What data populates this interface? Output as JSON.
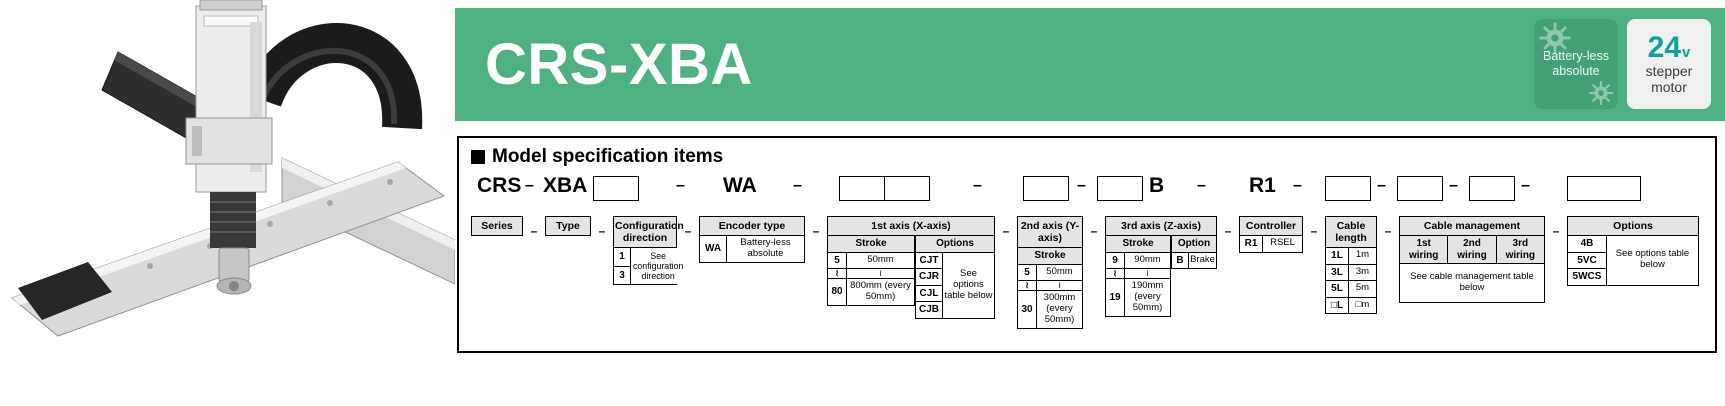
{
  "ui": {
    "dash": "–"
  },
  "banner": {
    "title": "CRS-XBA",
    "badge_battery": {
      "line1": "Battery-less",
      "line2": "absolute"
    },
    "badge_motor": {
      "value": "24",
      "unit": "v",
      "line1": "stepper",
      "line2": "motor"
    }
  },
  "spec": {
    "heading": "Model specification items",
    "model": {
      "series": "CRS",
      "type": "XBA",
      "encoder": "WA",
      "axis3_suffix": "B",
      "controller": "R1"
    },
    "groups": {
      "series": {
        "header": "Series"
      },
      "type": {
        "header": "Type"
      },
      "config": {
        "header": "Configuration direction",
        "codes": [
          "1",
          "3"
        ],
        "desc": "See configuration direction"
      },
      "encoder": {
        "header": "Encoder type",
        "code": "WA",
        "value": "Battery-less absolute"
      },
      "axis1": {
        "header": "1st axis (X-axis)",
        "stroke_header": "Stroke",
        "options_header": "Options",
        "stroke_rows": [
          {
            "code": "5",
            "value": "50mm"
          },
          {
            "code": "≀",
            "value": "≀"
          },
          {
            "code": "80",
            "value": "800mm (every 50mm)"
          }
        ],
        "option_codes": [
          "CJT",
          "CJR",
          "CJL",
          "CJB"
        ],
        "options_desc": "See options table below"
      },
      "axis2": {
        "header": "2nd axis (Y-axis)",
        "stroke_header": "Stroke",
        "stroke_rows": [
          {
            "code": "5",
            "value": "50mm"
          },
          {
            "code": "≀",
            "value": "≀"
          },
          {
            "code": "30",
            "value": "300mm (every 50mm)"
          }
        ]
      },
      "axis3": {
        "header": "3rd axis (Z-axis)",
        "stroke_header": "Stroke",
        "option_header": "Option",
        "stroke_rows": [
          {
            "code": "9",
            "value": "90mm"
          },
          {
            "code": "≀",
            "value": "≀"
          },
          {
            "code": "19",
            "value": "190mm (every 50mm)"
          }
        ],
        "option_code": "B",
        "option_value": "Brake"
      },
      "controller": {
        "header": "Controller",
        "code": "R1",
        "value": "RSEL"
      },
      "cable_length": {
        "header": "Cable length",
        "rows": [
          {
            "code": "1L",
            "value": "1m"
          },
          {
            "code": "3L",
            "value": "3m"
          },
          {
            "code": "5L",
            "value": "5m"
          },
          {
            "code": "□L",
            "value": "□m"
          }
        ]
      },
      "cable_mgmt": {
        "header": "Cable management",
        "cols": [
          "1st wiring",
          "2nd wiring",
          "3rd wiring"
        ],
        "desc": "See cable management table below"
      },
      "options": {
        "header": "Options",
        "codes": [
          "4B",
          "5VC",
          "5WCS"
        ],
        "desc": "See options table below"
      }
    }
  }
}
